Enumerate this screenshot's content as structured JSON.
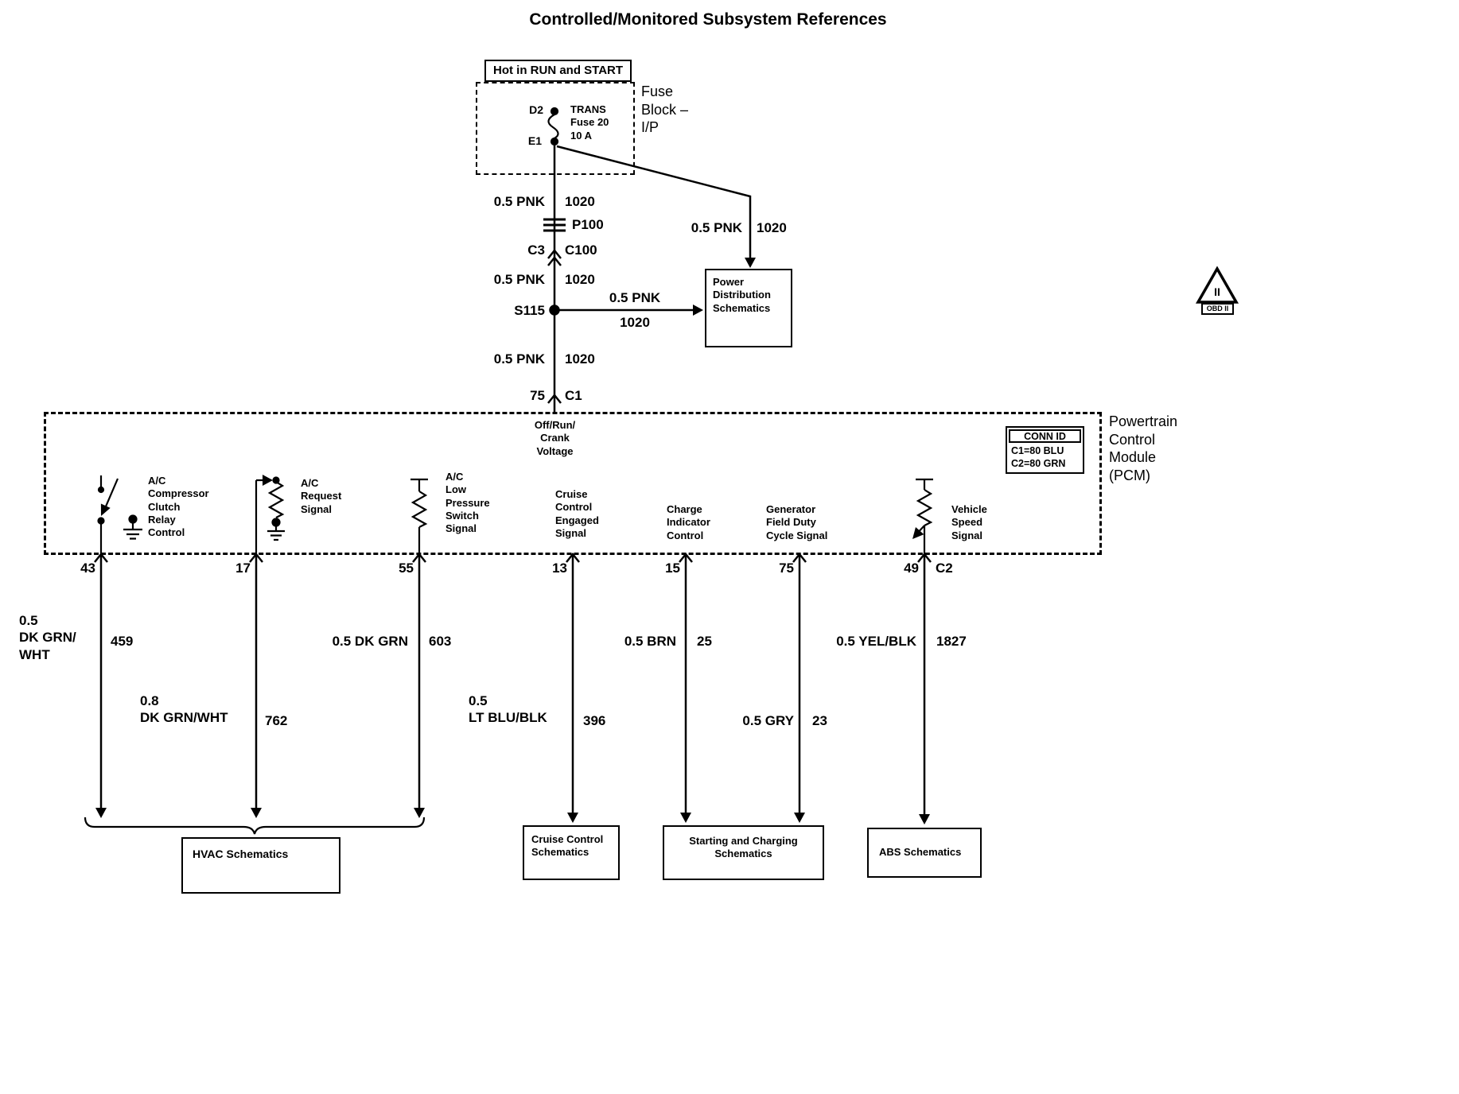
{
  "title": "Controlled/Monitored Subsystem References",
  "feed": {
    "header": "Hot in RUN and START",
    "fuse_block_label": "Fuse\nBlock –\nI/P",
    "pin_d2": "D2",
    "pin_e1": "E1",
    "fuse_name": "TRANS\nFuse 20\n10 A",
    "wire_color": "0.5 PNK",
    "circuit": "1020",
    "p100": "P100",
    "c3": "C3",
    "c100": "C100",
    "s115": "S115",
    "pcm_pin": "75",
    "c1": "C1",
    "power_dist": "Power\nDistribution\nSchematics"
  },
  "pcm": {
    "label": "Powertrain\nControl\nModule\n(PCM)",
    "entry": "Off/Run/\nCrank\nVoltage",
    "conn_id": {
      "title": "CONN ID",
      "c1": "C1=80 BLU",
      "c2": "C2=80 GRN"
    },
    "functions": [
      "A/C\nCompressor\nClutch\nRelay\nControl",
      "A/C\nRequest\nSignal",
      "A/C\nLow\nPressure\nSwitch\nSignal",
      "Cruise\nControl\nEngaged\nSignal",
      "Charge\nIndicator\nControl",
      "Generator\nField Duty\nCycle Signal",
      "Vehicle\nSpeed\nSignal"
    ],
    "pins": [
      "43",
      "17",
      "55",
      "13",
      "15",
      "75",
      "49"
    ],
    "c2": "C2"
  },
  "wires": [
    {
      "label": "0.5\nDK GRN/\nWHT",
      "circuit": "459"
    },
    {
      "label": "0.8\nDK GRN/WHT",
      "circuit": "762"
    },
    {
      "label": "0.5 DK GRN",
      "circuit": "603"
    },
    {
      "label": "0.5\nLT BLU/BLK",
      "circuit": "396"
    },
    {
      "label": "0.5 BRN",
      "circuit": "25"
    },
    {
      "label": "0.5 GRY",
      "circuit": "23"
    },
    {
      "label": "0.5 YEL/BLK",
      "circuit": "1827"
    }
  ],
  "destinations": {
    "hvac": "HVAC Schematics",
    "cruise": "Cruise Control\nSchematics",
    "starting": "Starting and Charging\nSchematics",
    "abs": "ABS Schematics"
  },
  "obd": {
    "mark": "II",
    "label": "OBD II"
  }
}
